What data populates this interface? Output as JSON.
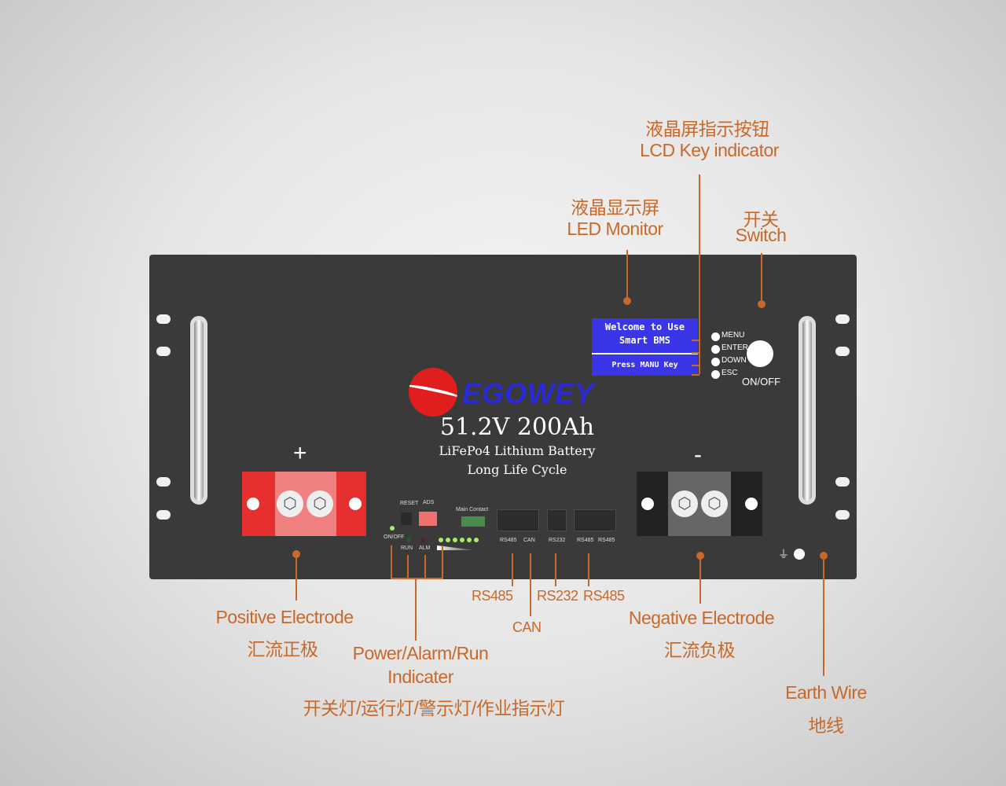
{
  "labels": {
    "lcd_key_cn": "液晶屏指示按钮",
    "lcd_key_en": "LCD Key indicator",
    "led_monitor_cn": "液晶显示屏",
    "led_monitor_en": "LED Monitor",
    "switch_cn": "开关",
    "switch_en": "Switch",
    "positive_en": "Positive Electrode",
    "positive_cn": "汇流正极",
    "indicator_en1": "Power/Alarm/Run",
    "indicator_en2": "Indicater",
    "indicator_cn": "开关灯/运行灯/警示灯/作业指示灯",
    "rs485_a": "RS485",
    "can": "CAN",
    "rs232": "RS232",
    "rs485_b": "RS485",
    "negative_en": "Negative Electrode",
    "negative_cn": "汇流负极",
    "earth_en": "Earth Wire",
    "earth_cn": "地线"
  },
  "battery": {
    "brand": "EGOWEY",
    "spec": "51.2V  200Ah",
    "type": "LiFePo4 Lithium Battery",
    "feature": "Long Life Cycle",
    "plus": "+",
    "minus": "-",
    "lcd": {
      "line1": "Welcome to Use",
      "line2": "Smart BMS",
      "line3": "Press MANU Key"
    },
    "keys": [
      "MENU",
      "ENTER",
      "DOWN",
      "ESC"
    ],
    "switch_label": "ON/OFF",
    "small": {
      "reset": "RESET",
      "ads": "ADS",
      "main_contact": "Main Contact",
      "onoff": "ON/OFF",
      "run": "RUN",
      "alm": "ALM",
      "ports": [
        "RS485",
        "CAN",
        "RS232",
        "RS485",
        "RS485"
      ]
    },
    "earth_symbol": "⏚"
  },
  "colors": {
    "accent": "#c8692a",
    "lcd": "#3a36e8",
    "brand_red": "#e01e1e",
    "brand_blue": "#2a2ad8"
  }
}
